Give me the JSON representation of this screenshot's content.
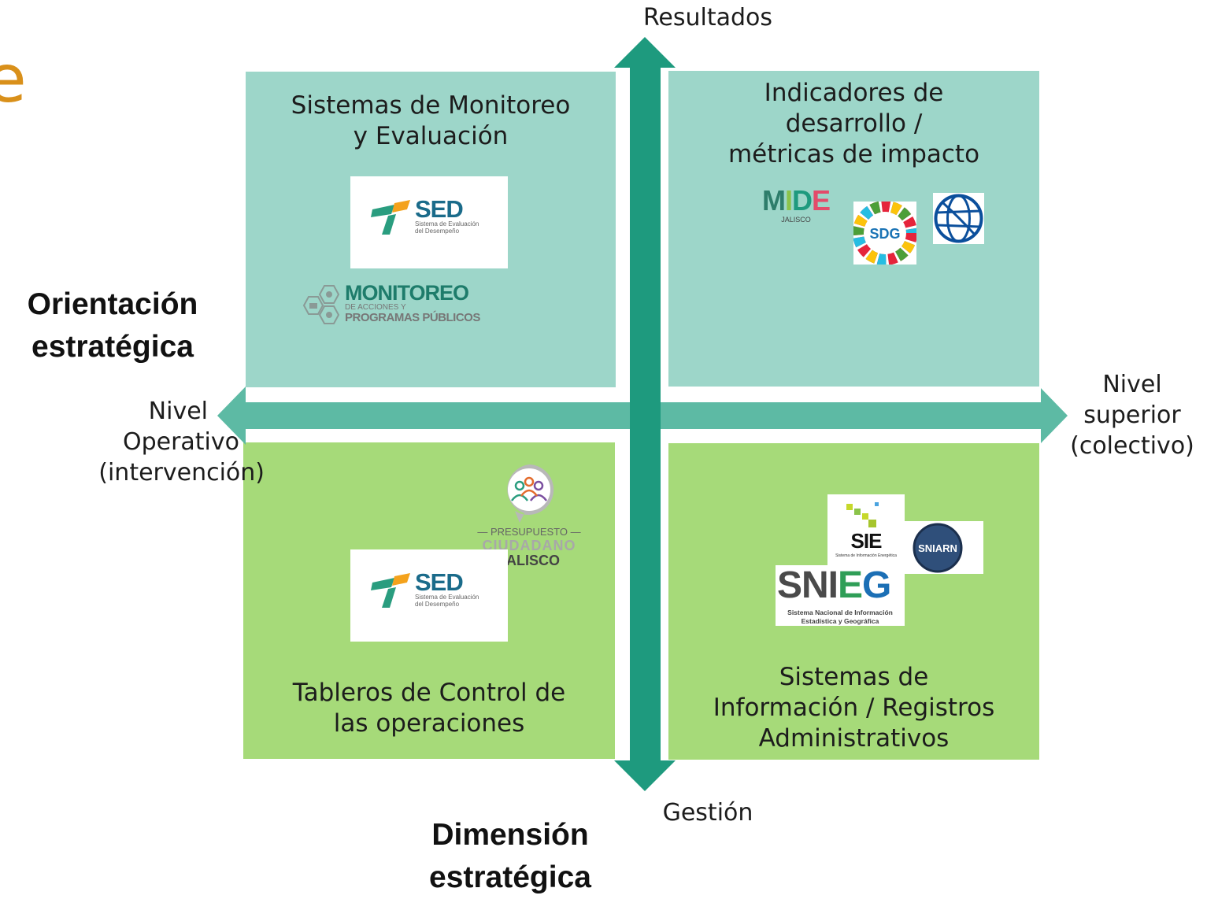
{
  "corner_glyph": "e",
  "axes": {
    "top": "Resultados",
    "bottom": "Gestión",
    "left": [
      "Nivel",
      "Operativo",
      "(intervención)"
    ],
    "right": [
      "Nivel",
      "superior",
      "(colectivo)"
    ],
    "vertical_axis_title": [
      "Orientación",
      "estratégica"
    ],
    "horizontal_axis_title": [
      "Dimensión",
      "estratégica"
    ]
  },
  "quadrants": {
    "top_left": {
      "title": [
        "Sistemas de Monitoreo",
        "y Evaluación"
      ],
      "logos": {
        "sed": {
          "name": "SED",
          "sub1": "Sistema de Evaluación",
          "sub2": "del Desempeño"
        },
        "monitoreo": {
          "name": "MONITOREO",
          "sub1": "DE ACCIONES Y",
          "sub2": "PROGRAMAS PÚBLICOS"
        }
      }
    },
    "top_right": {
      "title": [
        "Indicadores de",
        "desarrollo /",
        "métricas de impacto"
      ],
      "logos": {
        "mide": {
          "name": "MIDE",
          "sub": "JALISCO"
        },
        "sdg": {
          "name": "SDG"
        }
      }
    },
    "bottom_left": {
      "title": [
        "Tableros de Control de",
        "las operaciones"
      ],
      "logos": {
        "presupuesto": {
          "line1": "PRESUPUESTO",
          "line2": "CIUDADANO",
          "line3": "JALISCO"
        },
        "sed": {
          "name": "SED",
          "sub1": "Sistema de Evaluación",
          "sub2": "del Desempeño"
        }
      }
    },
    "bottom_right": {
      "title": [
        "Sistemas de",
        "Información / Registros",
        "Administrativos"
      ],
      "logos": {
        "sie": {
          "name": "SIE",
          "sub": "Sistema de Información Energética"
        },
        "sniarn": {
          "name": "SNIARN"
        },
        "snieg": {
          "name": "SNIEG",
          "sub1": "Sistema Nacional de Información",
          "sub2": "Estadística y Geográfica"
        }
      }
    }
  },
  "colors": {
    "axis_dark": "#1e9a7e",
    "axis_light": "#5dbaa4",
    "quadrant_top": "#9dd6c9",
    "quadrant_bottom": "#a6da79",
    "accent_orange": "#d9901a"
  }
}
